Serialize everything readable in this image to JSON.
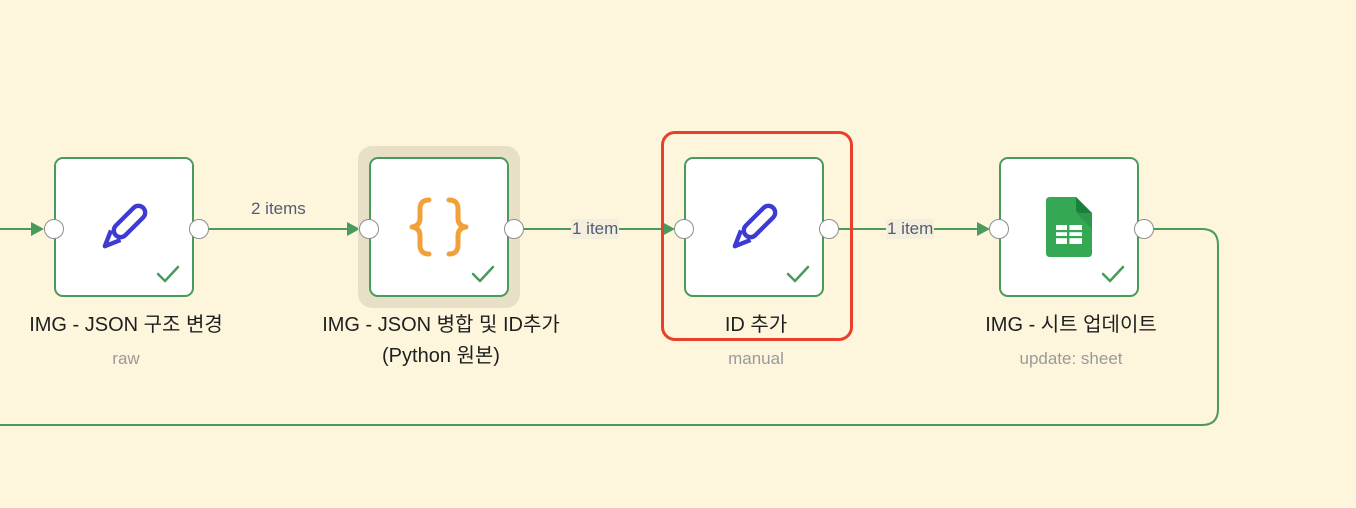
{
  "nodes": [
    {
      "id": "json-restructure",
      "title": "IMG - JSON 구조 변경",
      "subtitle": "raw",
      "icon": "pencil-icon",
      "status": "success"
    },
    {
      "id": "json-merge",
      "title_line1": "IMG - JSON 병합 및 ID추가",
      "title_line2": "(Python 원본)",
      "icon": "code-braces-icon",
      "status": "success"
    },
    {
      "id": "id-add",
      "title": "ID 추가",
      "subtitle": "manual",
      "icon": "pencil-icon",
      "status": "success",
      "selected": true
    },
    {
      "id": "sheet-update",
      "title": "IMG - 시트 업데이트",
      "subtitle": "update: sheet",
      "icon": "google-sheets-icon",
      "status": "success"
    }
  ],
  "edges": [
    {
      "label": "2 items"
    },
    {
      "label": "1 item"
    },
    {
      "label": "1 item"
    }
  ],
  "colors": {
    "canvas": "#fdf6dc",
    "success": "#4a9a5c",
    "selected": "#e8402a",
    "pencil": "#3d3bd4",
    "braces": "#f2a13a",
    "sheets": "#34a853"
  }
}
